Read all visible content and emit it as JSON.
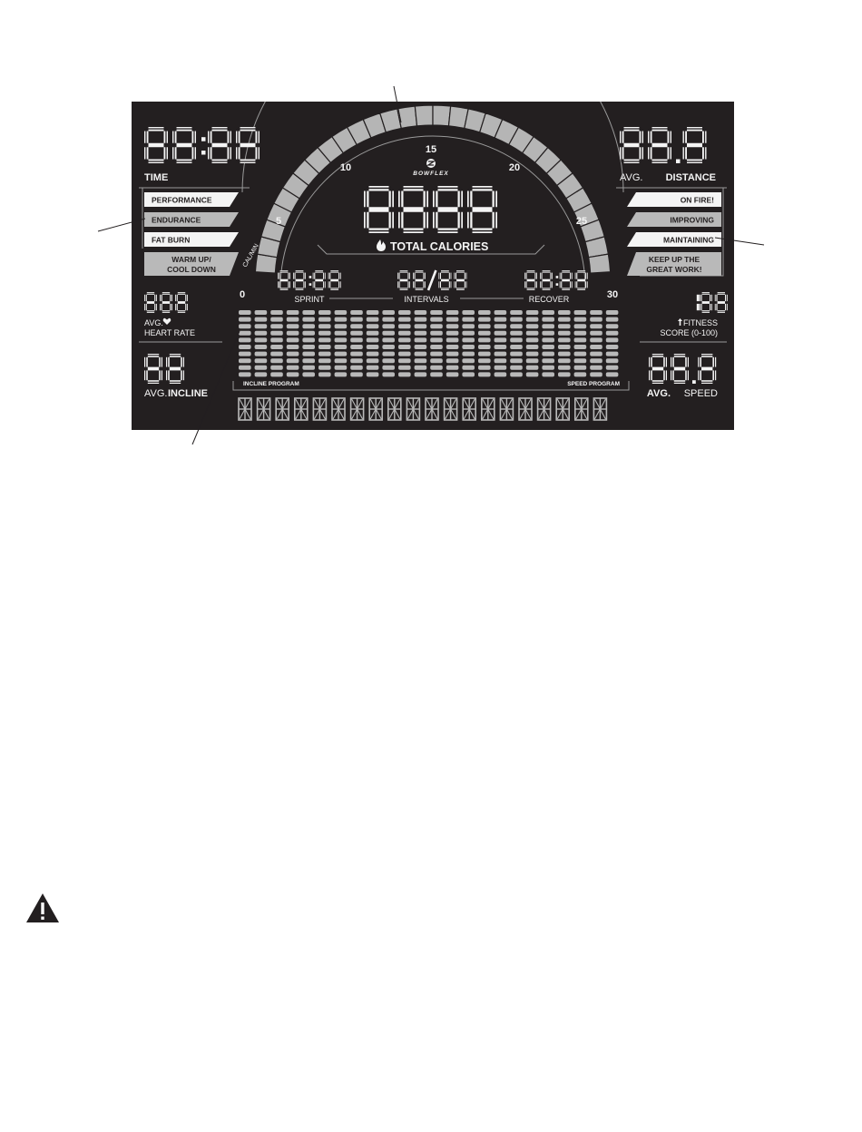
{
  "display": {
    "time": {
      "digits": "88:88",
      "label": "TIME"
    },
    "distance": {
      "digits": "88.8",
      "avg_label": "AVG.",
      "label": "DISTANCE"
    },
    "total_calories": {
      "digits": "8888",
      "label": "TOTAL CALORIES"
    },
    "brand": "BOWFLEX",
    "cal_min_label": "CAL/MIN",
    "scale_labels": [
      "0",
      "5",
      "10",
      "15",
      "20",
      "25",
      "30"
    ],
    "left_modes": [
      {
        "label": "PERFORMANCE",
        "highlight": true
      },
      {
        "label": "ENDURANCE",
        "highlight": false
      },
      {
        "label": "FAT BURN",
        "highlight": true
      },
      {
        "label": "WARM UP/",
        "label2": "COOL DOWN",
        "highlight": false
      }
    ],
    "right_modes": [
      {
        "label": "ON FIRE!",
        "highlight": true
      },
      {
        "label": "IMPROVING",
        "highlight": false
      },
      {
        "label": "MAINTAINING",
        "highlight": true
      },
      {
        "label": "KEEP UP THE",
        "label2": "GREAT WORK!",
        "highlight": false
      }
    ],
    "sprint": {
      "digits": "88:88",
      "label": "SPRINT"
    },
    "intervals": {
      "digits": "88/88",
      "label": "INTERVALS"
    },
    "recover": {
      "digits": "88:88",
      "label": "RECOVER"
    },
    "heart_rate": {
      "digits": "888",
      "avg_label": "AVG.",
      "label": "HEART RATE"
    },
    "fitness_score": {
      "digits": "188",
      "label": "FITNESS",
      "label2": "SCORE (0-100)"
    },
    "incline": {
      "digits": "88",
      "avg_label": "AVG.",
      "label": "INCLINE"
    },
    "speed": {
      "digits": "88.8",
      "avg_label": "AVG.",
      "label": "SPEED"
    },
    "incline_program_label": "INCLINE PROGRAM",
    "speed_program_label": "SPEED PROGRAM",
    "message_chars": 20,
    "matrix_columns": 24,
    "matrix_rows": 10,
    "arc_segments": 30
  },
  "colors": {
    "lcd_background": "#231f20",
    "lit": "#f4f4f4",
    "dim": "#b5b5b5"
  },
  "icons": {
    "warning": "warning-triangle-icon",
    "heart": "heart-icon",
    "flame": "flame-icon",
    "arrow": "arrow-up-icon"
  }
}
